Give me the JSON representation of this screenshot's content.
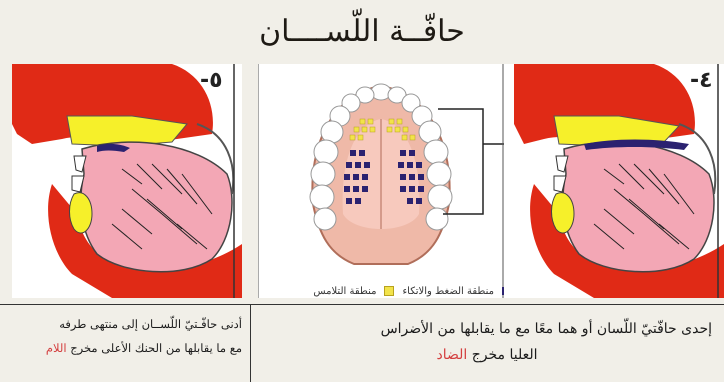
{
  "title": "حافّــة اللّســــان",
  "left_panel": {
    "number": "-٥",
    "caption_line1": "أدنى حافّـتيّ اللّســان إلى منتهى طرفه",
    "caption_line2_prefix": "مع ما يقابلها من الحنك الأعلى مخرج ",
    "caption_line2_highlight": "اللام"
  },
  "right_panel": {
    "number": "-٤",
    "caption_line1": "إحدى حافّتيّ اللّسان أو هما معًا مع ما يقابلها من الأضراس",
    "caption_line2_prefix": "العليا مخرج ",
    "caption_line2_highlight": "الضاد"
  },
  "center_panel": {
    "legend_pressure": "منطقة الضغط والاتكاء",
    "legend_contact": "منطقة التلامس"
  },
  "colors": {
    "lips_red": "#e02a16",
    "tongue_pink": "#f3a7b5",
    "palate_yellow": "#f6f02a",
    "contact_navy": "#2b2270",
    "contact_yellow": "#f2e34a"
  }
}
